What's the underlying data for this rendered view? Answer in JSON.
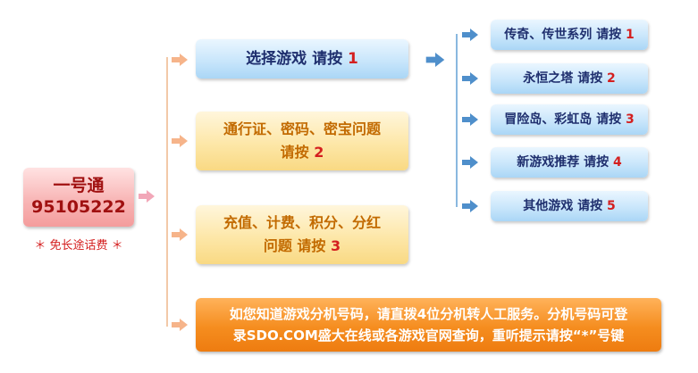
{
  "root": {
    "title": "一号通",
    "number": "95105222",
    "note": "＊ 免长途话费 ＊"
  },
  "options": [
    {
      "text": "选择游戏  请按",
      "key": "1"
    },
    {
      "line1": "通行证、密码、密宝问题",
      "line2": "请按",
      "key": "2"
    },
    {
      "line1": "充值、计费、积分、分红",
      "line2": "问题    请按",
      "key": "3"
    },
    {
      "line1": "如您知道游戏分机号码，请直拨4位分机转人工服务。分机号码可登",
      "line2": "录SDO.COM盛大在线或各游戏官网查询，重听提示请按“*”号键"
    }
  ],
  "sub_options": [
    {
      "text": "传奇、传世系列  请按",
      "key": "1"
    },
    {
      "text": "永恒之塔  请按",
      "key": "2"
    },
    {
      "text": "冒险岛、彩虹岛  请按",
      "key": "3"
    },
    {
      "text": "新游戏推荐  请按",
      "key": "4"
    },
    {
      "text": "其他游戏  请按",
      "key": "5"
    }
  ],
  "colors": {
    "root_bg": "#f8b6b6",
    "blue_box": "#c9e6fb",
    "yellow_box": "#fde7a8",
    "orange_box": "#f58d1f",
    "key_red": "#d41f1f",
    "arrow_orange": "#f6b48a",
    "arrow_blue": "#4f8fcb"
  }
}
